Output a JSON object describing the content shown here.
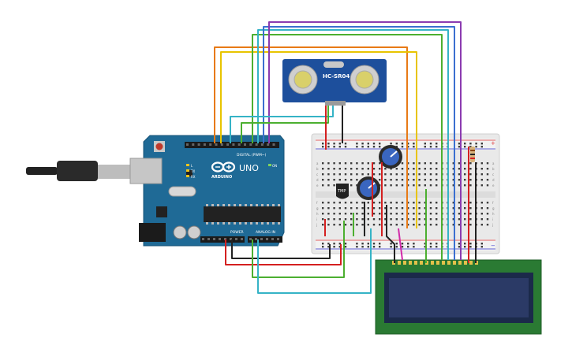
{
  "arduino": {
    "brand": "ARDUINO",
    "model": "UNO",
    "digital_label": "DIGITAL (PWM~)",
    "power_label": "POWER",
    "analog_label": "ANALOG IN",
    "tx_label": "TX",
    "rx_label": "RX",
    "l_label": "L",
    "on_label": "ON",
    "color_board": "#1f6a96",
    "color_chip": "#222222"
  },
  "sensor": {
    "label": "HC-SR04",
    "color_board": "#1d4f9c"
  },
  "tmp": {
    "label": "TMP"
  },
  "breadboard": {
    "rows_left": [
      "a",
      "b",
      "c",
      "d",
      "e",
      "f",
      "g",
      "h",
      "i",
      "j"
    ],
    "rows_right": [
      "a",
      "b",
      "c",
      "d",
      "e",
      "f",
      "g",
      "h",
      "i",
      "j"
    ],
    "rail_plus": "+",
    "rail_minus": "−"
  },
  "lcd": {
    "color_board": "#2a7a33",
    "color_screen": "#2b3a66"
  },
  "wire_colors": {
    "red": "#d42020",
    "black": "#222222",
    "yellow": "#e8c400",
    "orange": "#e87a16",
    "green": "#4caf30",
    "cyan": "#35b3c6",
    "blue": "#3b6fd0",
    "purple": "#8b3bb0",
    "magenta": "#d22aa8"
  }
}
